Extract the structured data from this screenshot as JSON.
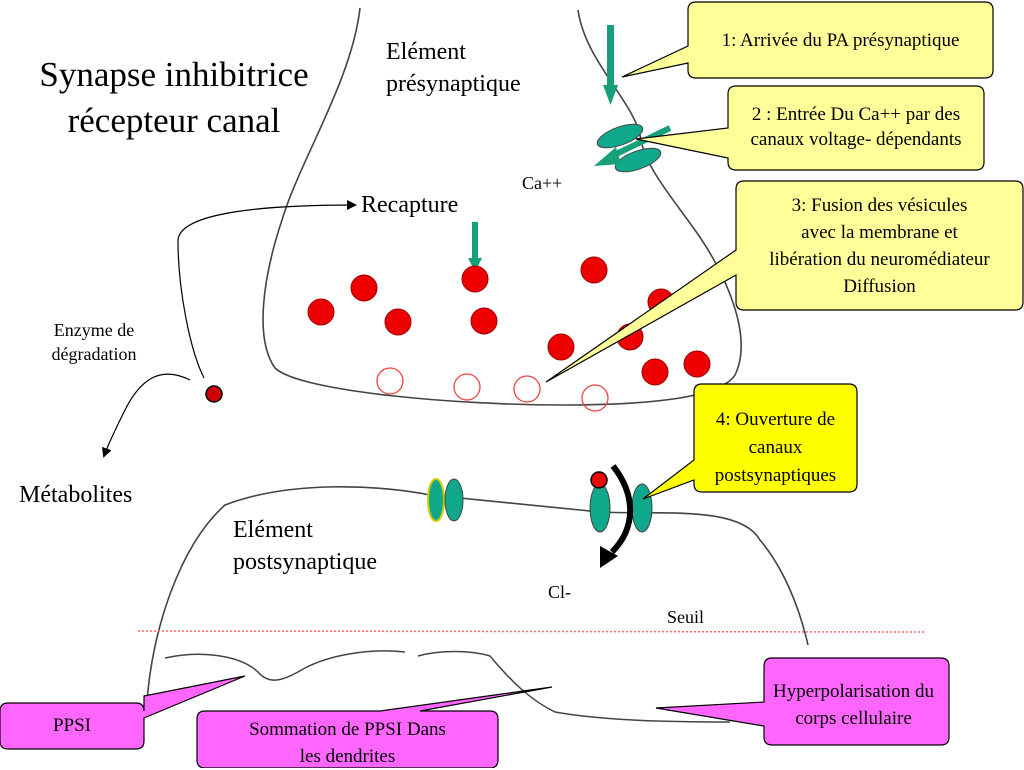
{
  "title": [
    "Synapse inhibitrice",
    "récepteur canal"
  ],
  "labels": {
    "presynaptic": [
      "Elément",
      "présynaptique"
    ],
    "postsynaptic": [
      "Elément",
      "postsynaptique"
    ],
    "recapture": "Recapture",
    "ca": "Ca++",
    "enzyme": [
      "Enzyme de",
      "dégradation"
    ],
    "metabolites": "Métabolites",
    "cl": "Cl-",
    "seuil": "Seuil"
  },
  "callouts": {
    "step1": [
      "1: Arrivée du PA présynaptique"
    ],
    "step2": [
      "2 : Entrée Du Ca++ par des",
      "canaux voltage- dépendants"
    ],
    "step3": [
      "3: Fusion des vésicules",
      "avec la membrane et",
      "libération du neuromédiateur",
      "Diffusion"
    ],
    "step4": [
      "4: Ouverture de",
      "canaux",
      "postsynaptiques"
    ],
    "ppsi": [
      "PPSI"
    ],
    "sommation": [
      "Sommation de PPSI Dans",
      "les dendrites"
    ],
    "hyper": [
      "Hyperpolarisation du",
      "corps cellulaire"
    ]
  },
  "colors": {
    "vesicle_red": "#ee0000",
    "channel_teal": "#10a88a",
    "arrow_teal": "#18a07a",
    "callout_yellow": "#ffff99",
    "callout_pink": "#ff66ff",
    "threshold_line": "#ff6666"
  }
}
